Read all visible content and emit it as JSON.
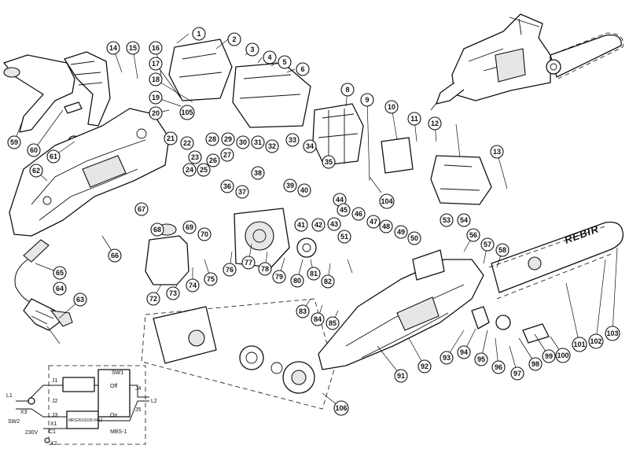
{
  "diagram": {
    "brand": "REBIR",
    "callouts": [
      "1",
      "2",
      "3",
      "4",
      "5",
      "6",
      "8",
      "9",
      "10",
      "11",
      "12",
      "13",
      "14",
      "15",
      "16",
      "17",
      "18",
      "19",
      "20",
      "105",
      "21",
      "22",
      "23",
      "24",
      "25",
      "26",
      "27",
      "28",
      "29",
      "30",
      "31",
      "32",
      "33",
      "34",
      "35",
      "36",
      "37",
      "38",
      "39",
      "40",
      "41",
      "42",
      "43",
      "44",
      "45",
      "46",
      "47",
      "48",
      "49",
      "50",
      "51",
      "53",
      "54",
      "104",
      "56",
      "57",
      "58",
      "59",
      "60",
      "61",
      "62",
      "63",
      "64",
      "65",
      "66",
      "67",
      "68",
      "69",
      "70",
      "72",
      "73",
      "74",
      "75",
      "76",
      "77",
      "78",
      "79",
      "80",
      "81",
      "82",
      "83",
      "84",
      "85",
      "91",
      "92",
      "93",
      "94",
      "95",
      "96",
      "97",
      "98",
      "99",
      "100",
      "101",
      "102",
      "103",
      "106"
    ],
    "schematic": {
      "labels": [
        "SW1",
        "Off",
        "On",
        "J1",
        "J2",
        "J3",
        "J4",
        "J5",
        "L1",
        "L2",
        "X3",
        "SW2",
        "230V",
        "C1",
        "X1",
        "X2",
        "MBS-1",
        "MRS2610235-0412"
      ]
    }
  }
}
